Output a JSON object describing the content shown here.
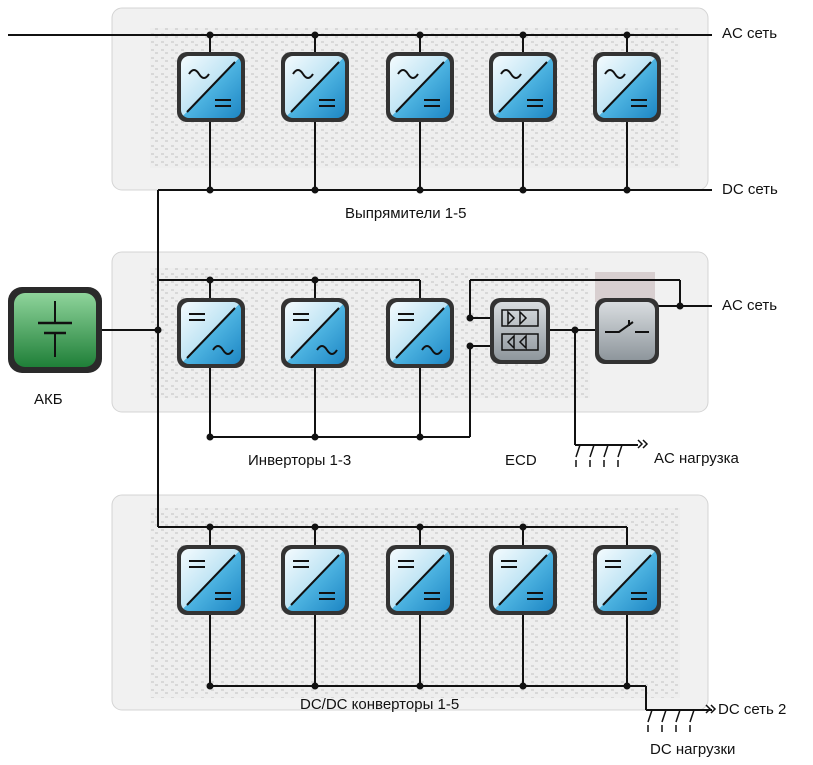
{
  "labels": {
    "ac_grid_top": "AC сеть",
    "dc_grid": "DC сеть",
    "rectifiers": "Выпрямители 1-5",
    "ac_grid_mid": "AC сеть",
    "battery": "АКБ",
    "inverters": "Инверторы 1-3",
    "ecd": "ECD",
    "ac_load": "AC нагрузка",
    "dc_converters": "DC/DC конверторы 1-5",
    "dc_grid_2": "DC сеть 2",
    "dc_loads": "DC нагрузки"
  },
  "colors": {
    "module_blue": "#2f9fd8",
    "module_light": "#e8f6fc",
    "battery_green": "#2e9a4a",
    "rack_gray": "#e6e6e6",
    "line": "#111111"
  }
}
